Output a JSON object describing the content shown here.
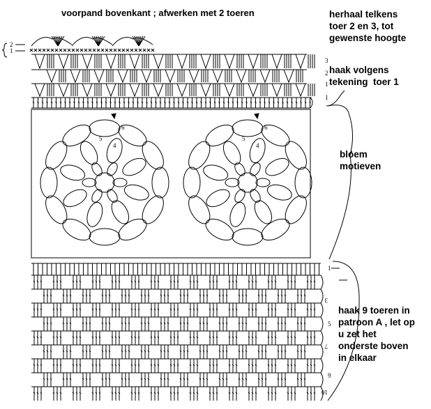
{
  "title": "voorpand bovenkant ; afwerken met 2 toeren",
  "notes": {
    "repeat": "herhaal telkens\ntoer 2 en 3, tot\ngewenste hoogte",
    "row1": "haak volgens\ntekening  toer 1",
    "motifs": "bloem\nmotieven",
    "pattern_a": "haak 9 toeren in\npatroon A , let op\nu zet het\nonderste boven\nin elkaar"
  },
  "edging_row_labels": [
    "2",
    "1"
  ],
  "top_row_numbers": [
    "3",
    "2",
    "1",
    "1"
  ],
  "motif_round_numbers": [
    "6",
    "5",
    "4"
  ],
  "bottom_row_numbers": [
    "1",
    "3",
    "5",
    "7",
    "9",
    "10"
  ],
  "colors": {
    "ink": "#000000",
    "background": "#ffffff"
  }
}
